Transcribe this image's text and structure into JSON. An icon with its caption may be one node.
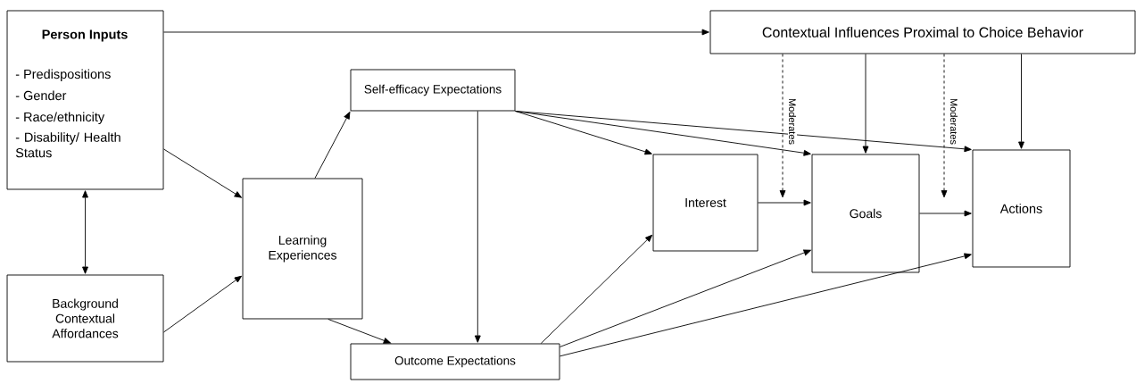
{
  "diagram": {
    "nodes": [
      {
        "text": [
          "Person Inputs",
          "- Predispositions",
          "- Gender",
          "- Race/ethnicity",
          "- Disability/ Health Status"
        ]
      },
      {
        "text": [
          "Background Contextual Affordances"
        ]
      },
      {
        "text": [
          "Learning Experiences"
        ]
      },
      {
        "text": [
          "Self-efficacy Expectations"
        ]
      },
      {
        "text": [
          "Outcome Expectations"
        ]
      },
      {
        "text": [
          "Interest"
        ]
      },
      {
        "text": [
          "Goals"
        ]
      },
      {
        "text": [
          "Actions"
        ]
      },
      {
        "text": [
          "Contextual Influences Proximal to Choice Behavior"
        ]
      }
    ],
    "edges": [
      {
        "from": 0,
        "to": 8,
        "arrow": "to"
      },
      {
        "from": 0,
        "to": 1,
        "arrow": "both"
      },
      {
        "from": 0,
        "to": 2,
        "arrow": "to"
      },
      {
        "from": 1,
        "to": 2,
        "arrow": "to"
      },
      {
        "from": 2,
        "to": 3,
        "arrow": "to"
      },
      {
        "from": 2,
        "to": 4,
        "arrow": "to"
      },
      {
        "from": 3,
        "to": 4,
        "arrow": "to"
      },
      {
        "from": 3,
        "to": 5,
        "arrow": "to"
      },
      {
        "from": 3,
        "to": 6,
        "arrow": "to"
      },
      {
        "from": 3,
        "to": 7,
        "arrow": "to"
      },
      {
        "from": 4,
        "to": 5,
        "arrow": "to"
      },
      {
        "from": 4,
        "to": 6,
        "arrow": "to"
      },
      {
        "from": 4,
        "to": 7,
        "arrow": "to"
      },
      {
        "from": 5,
        "to": 6,
        "arrow": "to"
      },
      {
        "from": 6,
        "to": 7,
        "arrow": "to"
      },
      {
        "from": 8,
        "to": 6,
        "arrow": "to"
      },
      {
        "from": 8,
        "to": 7,
        "arrow": "to"
      },
      {
        "from": 8,
        "to": null,
        "arrow": "to",
        "style": "dashed",
        "label": "Moderates"
      },
      {
        "from": 8,
        "to": null,
        "arrow": "to",
        "style": "dashed",
        "label": "Moderates"
      }
    ]
  }
}
